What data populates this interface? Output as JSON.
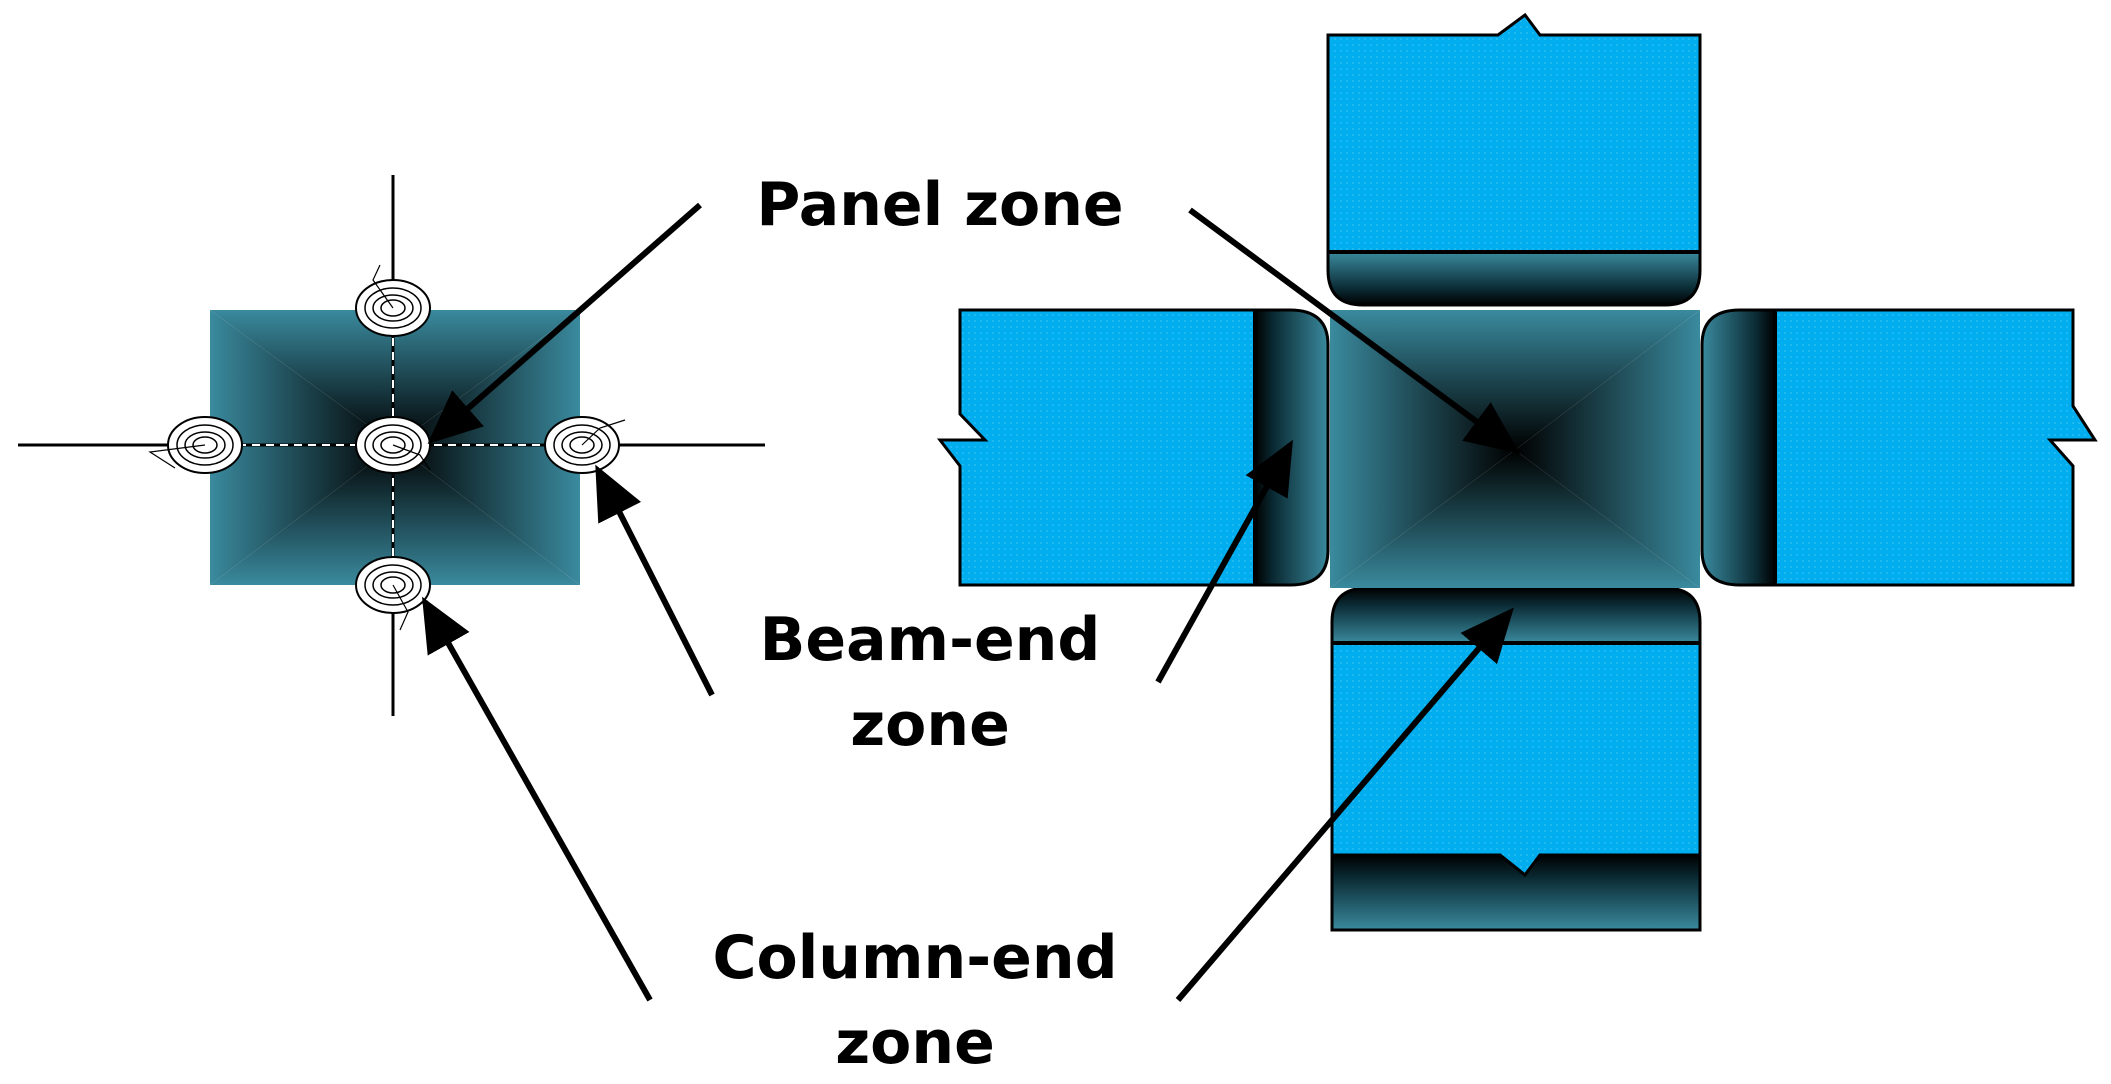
{
  "labels": {
    "panel_zone": "Panel zone",
    "beam_end_line1": "Beam-end",
    "beam_end_line2": "zone",
    "column_end_line1": "Column-end",
    "column_end_line2": "zone"
  },
  "colors": {
    "member_blue": "#00AEEF",
    "zone_teal": "#3A8A9E",
    "zone_dark": "#000000",
    "outline": "#000000",
    "arrow": "#000000"
  }
}
